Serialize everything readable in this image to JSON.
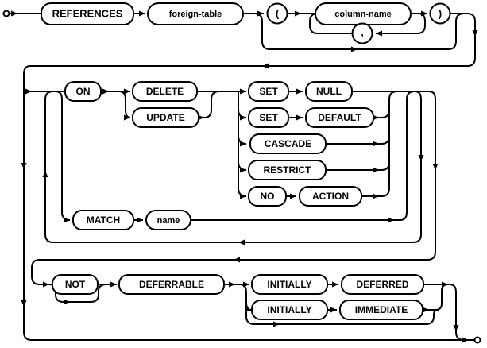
{
  "diagram": {
    "grammar_rule": "foreign-key-clause",
    "colors": {
      "line": "#000000",
      "background": "#ffffff",
      "text": "#000000",
      "bubble_fill": "#ffffff"
    },
    "terminals": {
      "references": "REFERENCES",
      "on": "ON",
      "delete": "DELETE",
      "update": "UPDATE",
      "set1": "SET",
      "null": "NULL",
      "set2": "SET",
      "default": "DEFAULT",
      "cascade": "CASCADE",
      "restrict": "RESTRICT",
      "no": "NO",
      "action": "ACTION",
      "match": "MATCH",
      "not": "NOT",
      "deferrable": "DEFERRABLE",
      "initially1": "INITIALLY",
      "deferred": "DEFERRED",
      "initially2": "INITIALLY",
      "immediate": "IMMEDIATE"
    },
    "nonterminals": {
      "foreign_table": "foreign-table",
      "column_name": "column-name",
      "name": "name"
    },
    "punctuation": {
      "open_paren": "(",
      "comma": ",",
      "close_paren": ")"
    }
  }
}
